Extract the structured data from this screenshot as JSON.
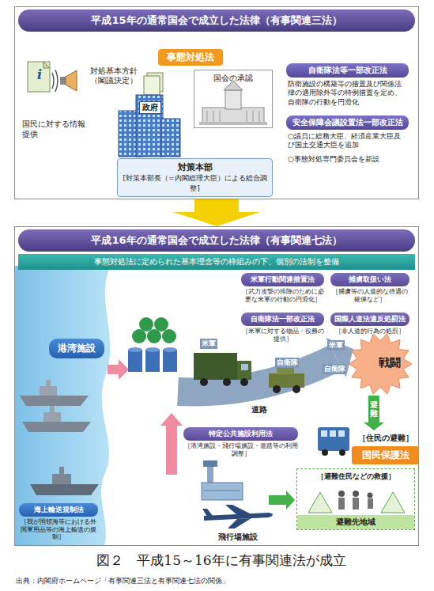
{
  "diagram": {
    "caption": "図２　平成15～16年に有事関連法が成立",
    "nodes": [
      {
        "text": [
          "平成15年の通常国会で成立した法律（有事関連三法）"
        ]
      },
      {
        "text": [
          "事態対処法"
        ],
        "in": 0
      },
      {
        "text": [
          "自衛隊法等一部改正法",
          "防衛施設の構築等の措置及び関係法律の適用除外等の特例措置を定め、自衛隊の行動を円滑化"
        ],
        "in": 0
      },
      {
        "text": [
          "安全保障会議設置法一部改正法",
          "○議員に総務大臣、経済産業大臣及び国土交通大臣を追加",
          "○事態対処専門委員会を新設"
        ],
        "in": 0
      },
      {
        "text": [
          "国会の承認"
        ],
        "in": 0
      },
      {
        "text": [
          "対策本部",
          "[対策本部長（=内閣総理大臣）による総合調整]"
        ],
        "in": 0
      },
      {
        "text": [
          "平成16年の通常国会で成立した法律（有事関連七法）",
          "事態対処法に定められた基本理念等の枠組みの下、個別の法制を整備"
        ]
      },
      {
        "text": [
          "米軍行動関連措置法",
          "［武力攻撃の排除のために必要な米軍の行動の円滑化］"
        ],
        "in": 6
      },
      {
        "text": [
          "捕虜取扱い法",
          "［捕虜等の人道的な待遇の確保など］"
        ],
        "in": 6
      },
      {
        "text": [
          "自衛隊法一部改正法",
          "［米軍に対する物品・役務の提供］"
        ],
        "in": 6
      },
      {
        "text": [
          "国際人道法違反処罰法",
          "［非人道的行為の処罰］"
        ],
        "in": 6
      },
      {
        "text": [
          "港湾施設"
        ],
        "in": 6
      },
      {
        "text": [
          "戦闘"
        ],
        "in": 6
      },
      {
        "text": [
          "［住民の避難］",
          "国民保護法"
        ],
        "in": 6
      },
      {
        "text": [
          "特定公共施設利用法",
          "［港湾施設・飛行場施設・道路等の利用調整］"
        ],
        "in": 6
      },
      {
        "text": [
          "［避難住民などの救援］",
          "避難先地域"
        ],
        "in": 6
      },
      {
        "text": [
          "海上輸送規制法",
          "［我が国領海等における外国軍用品等の海上輸送の規制］"
        ],
        "in": 6
      }
    ],
    "edges": [
      {
        "from": 0,
        "to": 6,
        "arrow": "to"
      },
      {
        "from": 12,
        "to": 13,
        "label": "避難",
        "arrow": "to"
      }
    ],
    "labels": [
      "i",
      "国民に対する情報提供",
      "対処基本方針（閣議決定）",
      "政府",
      "米軍",
      "自衛隊",
      "米軍",
      "自衛隊",
      "道路",
      "飛行場施設",
      "出典：内閣府ホームページ「有事関連三法と有事関連七法の関係」"
    ]
  }
}
